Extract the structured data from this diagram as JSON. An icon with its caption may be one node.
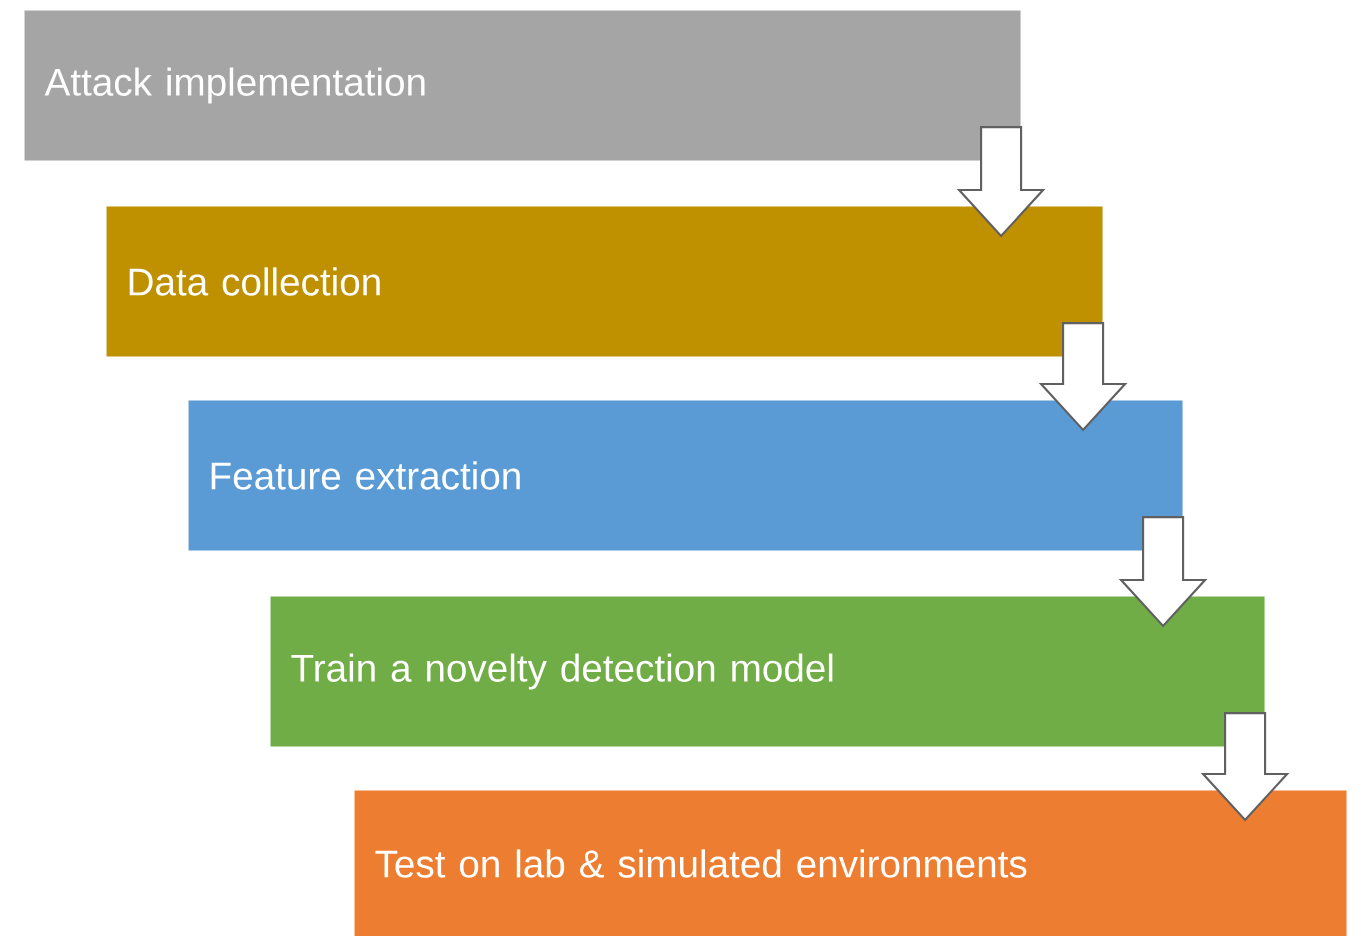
{
  "diagram": {
    "nodes": [
      {
        "text": [
          "Attack implementation"
        ]
      },
      {
        "text": [
          "Data collection"
        ]
      },
      {
        "text": [
          "Feature extraction"
        ]
      },
      {
        "text": [
          "Train a novelty detection model"
        ]
      },
      {
        "text": [
          "Test on lab & simulated environments"
        ]
      }
    ],
    "edges": [
      {
        "from": 0,
        "to": 1,
        "arrow": "to"
      },
      {
        "from": 1,
        "to": 2,
        "arrow": "to"
      },
      {
        "from": 2,
        "to": 3,
        "arrow": "to"
      },
      {
        "from": 3,
        "to": 4,
        "arrow": "to"
      }
    ]
  }
}
